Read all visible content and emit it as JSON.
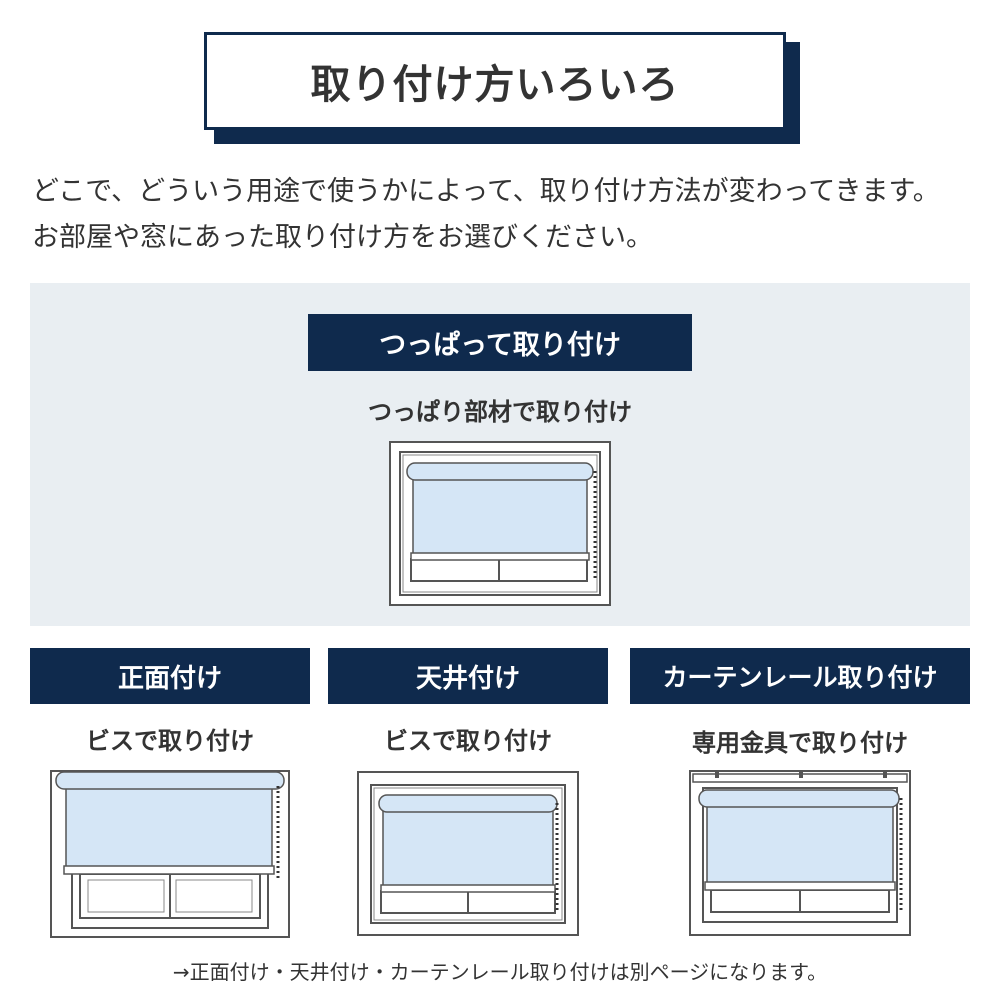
{
  "header": {
    "title": "取り付け方いろいろ"
  },
  "intro": {
    "line1": "どこで、どういう用途で使うかによって、取り付け方法が変わってきます。",
    "line2": "お部屋や窓にあった取り付け方をお選びください。"
  },
  "featured": {
    "label": "つっぱって取り付け",
    "description": "つっぱり部材で取り付け"
  },
  "methods": [
    {
      "label": "正面付け",
      "description": "ビスで取り付け"
    },
    {
      "label": "天井付け",
      "description": "ビスで取り付け"
    },
    {
      "label": "カーテンレール取り付け",
      "description": "専用金具で取り付け"
    }
  ],
  "footnote": "→正面付け・天井付け・カーテンレール取り付けは別ページになります。",
  "colors": {
    "navy": "#0f2a4d",
    "panel": "#e9eef2",
    "shade": "#d5e6f6",
    "outline": "#555555"
  }
}
